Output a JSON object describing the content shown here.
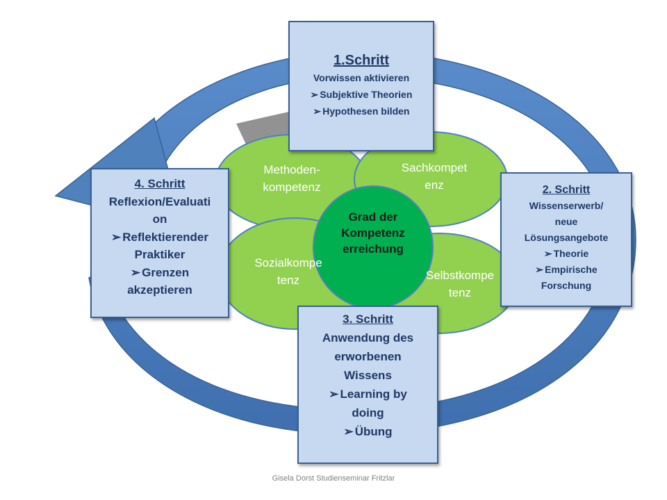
{
  "colors": {
    "arrow": "#4f81bd",
    "petal": "#92d050",
    "center": "#00b050",
    "box_fill": "#c6d9f1",
    "box_border": "#3b5f8f",
    "box_text": "#1f3864"
  },
  "petals": {
    "methoden": [
      "Methoden-",
      "kompetenz"
    ],
    "sach": [
      "Sachkompet",
      "enz"
    ],
    "sozial": [
      "Sozialkompe",
      "tenz"
    ],
    "selbst": [
      "Selbstkompe",
      "tenz"
    ]
  },
  "center": [
    "Grad der",
    "Kompetenz",
    "erreichung"
  ],
  "steps": {
    "step1": {
      "title": "1.Schritt",
      "line1": "Vorwissen aktivieren",
      "bullet1": "Subjektive Theorien",
      "bullet2": "Hypothesen bilden"
    },
    "step2": {
      "title": "2. Schritt",
      "line1": "Wissenserwerb/",
      "line2": "neue",
      "line3": "Lösungsangebote",
      "bullet1": "Theorie",
      "bullet2a": "Empirische",
      "bullet2b": "Forschung"
    },
    "step3": {
      "title": "3. Schritt",
      "line1": "Anwendung des",
      "line2": "erworbenen",
      "line3": "Wissens",
      "bullet1a": "Learning by",
      "bullet1b": "doing",
      "bullet2": "Übung"
    },
    "step4": {
      "title": "4. Schritt",
      "line1": "Reflexion/Evaluati",
      "line2": "on",
      "bullet1a": "Reflektierender",
      "bullet1b": "Praktiker",
      "bullet2a": "Grenzen",
      "bullet2b": "akzeptieren"
    }
  },
  "footer": "Gisela Dorst  Studienseminar Fritzlar"
}
